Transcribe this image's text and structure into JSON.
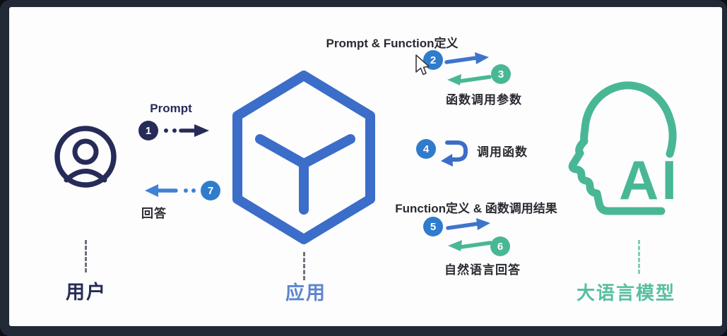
{
  "colors": {
    "frame": "#232a37",
    "canvas": "#fdfdfe",
    "navy": "#262b58",
    "ink": "#2a2b31",
    "app_blue": "#3b6dc9",
    "badge_blue": "#2f7ccc",
    "arrow_blue": "#3f74cb",
    "step7_blue": "#3f82d6",
    "green": "#49b795",
    "label_blue": "#5d85cc",
    "label_green": "#58bfa0",
    "dash_gray": "#6d727c",
    "dash_green": "#7ccfb5"
  },
  "entities": {
    "user": {
      "label": "用户"
    },
    "app": {
      "label": "应用"
    },
    "llm": {
      "label": "大语言模型",
      "icon_text": "AI"
    }
  },
  "flows": {
    "step1": {
      "badge": "1",
      "label": "Prompt"
    },
    "step7": {
      "badge": "7",
      "label": "回答"
    },
    "exchange_top": {
      "title": "Prompt & Function定义",
      "badge_request": "2",
      "badge_response": "3",
      "caption": "函数调用参数"
    },
    "step4": {
      "badge": "4",
      "label": "调用函数"
    },
    "exchange_bottom": {
      "title": "Function定义 & 函数调用结果",
      "badge_request": "5",
      "badge_response": "6",
      "caption": "自然语言回答"
    }
  }
}
